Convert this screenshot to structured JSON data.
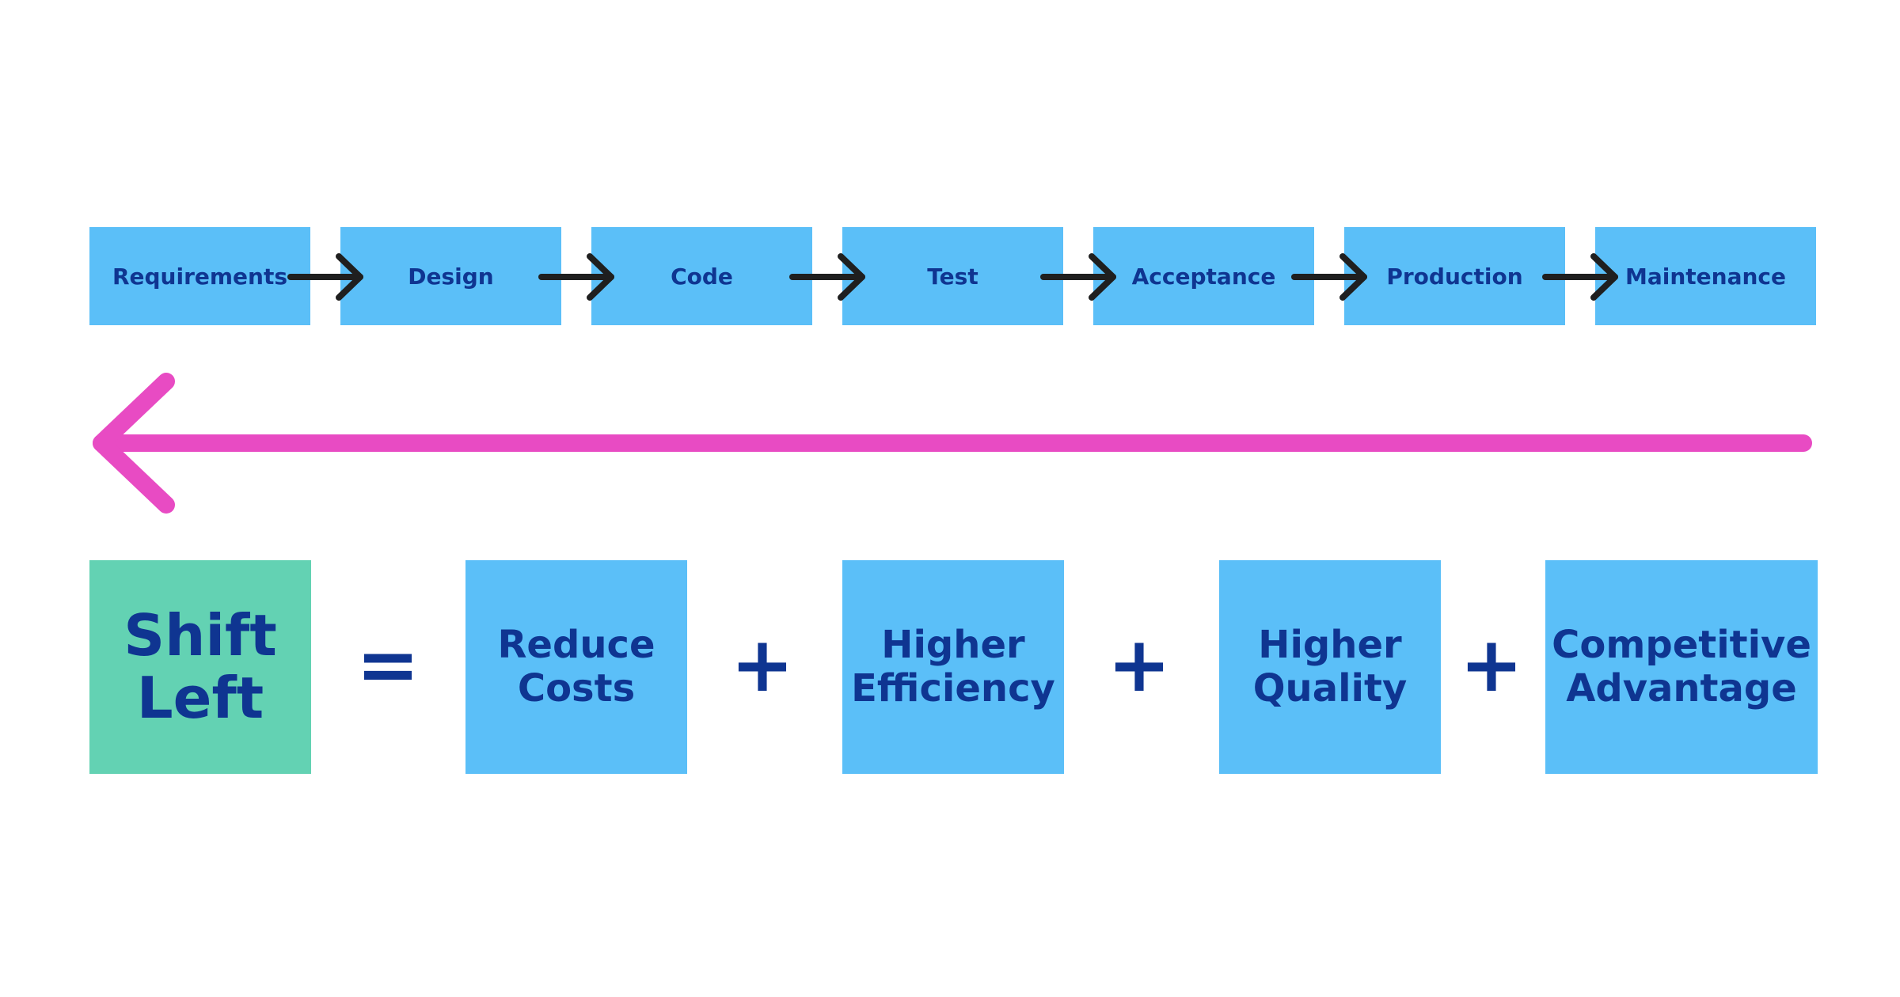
{
  "stages": [
    "Requirements",
    "Design",
    "Code",
    "Test",
    "Acceptance",
    "Production",
    "Maintenance"
  ],
  "shift_left": "Shift\nLeft",
  "equals": "=",
  "plus": "+",
  "benefits": [
    "Reduce\nCosts",
    "Higher\nEfficiency",
    "Higher\nQuality",
    "Competitive\nAdvantage"
  ],
  "colors": {
    "stage_box": "#5bbff8",
    "shift_box": "#63d2b3",
    "text": "#0f3591",
    "flow_arrow": "#1f1f1f",
    "shift_arrow": "#e84bc3"
  },
  "icons": {
    "flow_arrow": "arrow-right-icon",
    "shift_arrow": "arrow-left-icon"
  }
}
